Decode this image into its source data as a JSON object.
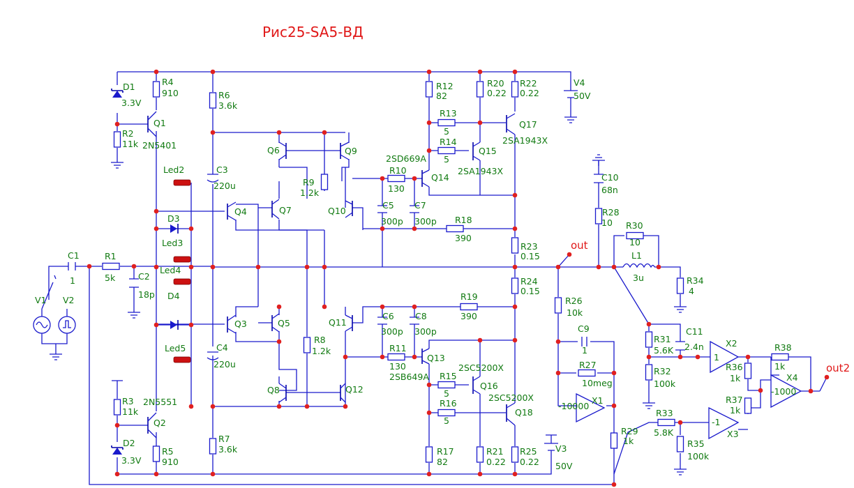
{
  "title": "Рис25-SA5-ВД",
  "net_labels": {
    "out": "out",
    "out2": "out2"
  },
  "components": {
    "D1": {
      "ref": "D1",
      "value": "3.3V"
    },
    "D2": {
      "ref": "D2",
      "value": "3.3V"
    },
    "D3": {
      "ref": "D3"
    },
    "D4": {
      "ref": "D4"
    },
    "R1": {
      "ref": "R1",
      "value": "5k"
    },
    "R2": {
      "ref": "R2",
      "value": "11k"
    },
    "R3": {
      "ref": "R3",
      "value": "11k"
    },
    "R4": {
      "ref": "R4",
      "value": "910"
    },
    "R5": {
      "ref": "R5",
      "value": "910"
    },
    "R6": {
      "ref": "R6",
      "value": "3.6k"
    },
    "R7": {
      "ref": "R7",
      "value": "3.6k"
    },
    "R8": {
      "ref": "R8",
      "value": "1.2k"
    },
    "R9": {
      "ref": "R9",
      "value": "1.2k"
    },
    "R10": {
      "ref": "R10",
      "value": "130"
    },
    "R11": {
      "ref": "R11",
      "value": "130"
    },
    "R12": {
      "ref": "R12",
      "value": "82"
    },
    "R13": {
      "ref": "R13",
      "value": "5"
    },
    "R14": {
      "ref": "R14",
      "value": "5"
    },
    "R15": {
      "ref": "R15",
      "value": "5"
    },
    "R16": {
      "ref": "R16",
      "value": "5"
    },
    "R17": {
      "ref": "R17",
      "value": "82"
    },
    "R18": {
      "ref": "R18",
      "value": "390"
    },
    "R19": {
      "ref": "R19",
      "value": "390"
    },
    "R20": {
      "ref": "R20",
      "value": "0.22"
    },
    "R21": {
      "ref": "R21",
      "value": "0.22"
    },
    "R22": {
      "ref": "R22",
      "value": "0.22"
    },
    "R23": {
      "ref": "R23",
      "value": "0.15"
    },
    "R24": {
      "ref": "R24",
      "value": "0.15"
    },
    "R25": {
      "ref": "R25",
      "value": "0.22"
    },
    "R26": {
      "ref": "R26",
      "value": "10k"
    },
    "R27": {
      "ref": "R27",
      "value": "10meg"
    },
    "R28": {
      "ref": "R28",
      "value": "10"
    },
    "R29": {
      "ref": "R29",
      "value": "1k"
    },
    "R30": {
      "ref": "R30",
      "value": "10"
    },
    "R31": {
      "ref": "R31",
      "value": "5.6K"
    },
    "R32": {
      "ref": "R32",
      "value": "100k"
    },
    "R33": {
      "ref": "R33",
      "value": "5.8K"
    },
    "R34": {
      "ref": "R34",
      "value": "4"
    },
    "R35": {
      "ref": "R35",
      "value": "100k"
    },
    "R36": {
      "ref": "R36",
      "value": "1k"
    },
    "R37": {
      "ref": "R37",
      "value": "1k"
    },
    "R38": {
      "ref": "R38",
      "value": "1k"
    },
    "C1": {
      "ref": "C1",
      "value": "1"
    },
    "C2": {
      "ref": "C2",
      "value": "18p"
    },
    "C3": {
      "ref": "C3",
      "value": "220u"
    },
    "C4": {
      "ref": "C4",
      "value": "220u"
    },
    "C5": {
      "ref": "C5",
      "value": "300p"
    },
    "C6": {
      "ref": "C6",
      "value": "300p"
    },
    "C7": {
      "ref": "C7",
      "value": "300p"
    },
    "C8": {
      "ref": "C8",
      "value": "300p"
    },
    "C9": {
      "ref": "C9",
      "value": "1"
    },
    "C10": {
      "ref": "C10",
      "value": "68n"
    },
    "C11": {
      "ref": "C11",
      "value": "2.4n"
    },
    "L1": {
      "ref": "L1",
      "value": "3u"
    },
    "V1": {
      "ref": "V1"
    },
    "V2": {
      "ref": "V2"
    },
    "V3": {
      "ref": "V3",
      "value": "50V"
    },
    "V4": {
      "ref": "V4",
      "value": "50V"
    },
    "Q1": {
      "ref": "Q1",
      "model": "2N5401"
    },
    "Q2": {
      "ref": "Q2",
      "model": "2N5551"
    },
    "Q3": {
      "ref": "Q3"
    },
    "Q4": {
      "ref": "Q4"
    },
    "Q5": {
      "ref": "Q5"
    },
    "Q6": {
      "ref": "Q6"
    },
    "Q7": {
      "ref": "Q7"
    },
    "Q8": {
      "ref": "Q8"
    },
    "Q9": {
      "ref": "Q9"
    },
    "Q10": {
      "ref": "Q10"
    },
    "Q11": {
      "ref": "Q11"
    },
    "Q12": {
      "ref": "Q12"
    },
    "Q13": {
      "ref": "Q13",
      "model": "2SB649A"
    },
    "Q14": {
      "ref": "Q14",
      "model": "2SD669A"
    },
    "Q15": {
      "ref": "Q15",
      "model": "2SA1943X"
    },
    "Q16": {
      "ref": "Q16",
      "model": "2SC5200X"
    },
    "Q17": {
      "ref": "Q17",
      "model": "2SA1943X"
    },
    "Q18": {
      "ref": "Q18",
      "model": "2SC5200X"
    },
    "Led2": {
      "ref": "Led2"
    },
    "Led3": {
      "ref": "Led3"
    },
    "Led4": {
      "ref": "Led4"
    },
    "Led5": {
      "ref": "Led5"
    },
    "X1": {
      "ref": "X1",
      "gain": "-10000"
    },
    "X2": {
      "ref": "X2",
      "gain": "1"
    },
    "X3": {
      "ref": "X3",
      "gain": "-1"
    },
    "X4": {
      "ref": "X4",
      "gain": "-1000"
    }
  }
}
